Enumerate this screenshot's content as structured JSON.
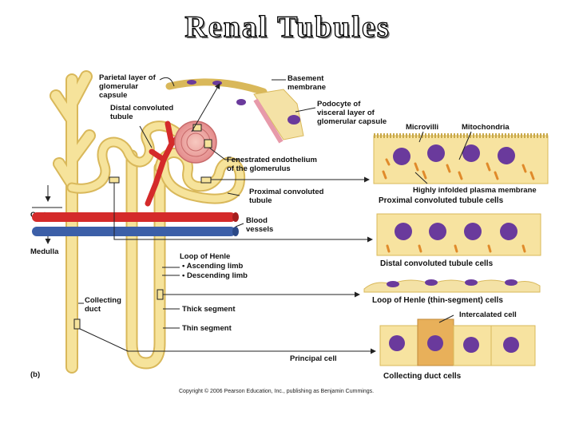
{
  "title": "Renal Tubules",
  "panel_label": "(b)",
  "copyright": "Copyright © 2006 Pearson Education, Inc., publishing as Benjamin Cummings.",
  "regions": {
    "cortex": "Cortex",
    "medulla": "Medulla"
  },
  "labels": {
    "parietal_1": "Parietal layer of",
    "parietal_2": "glomerular",
    "parietal_3": "capsule",
    "basement_1": "Basement",
    "basement_2": "membrane",
    "podocyte_1": "Podocyte of",
    "podocyte_2": "visceral layer of",
    "podocyte_3": "glomerular capsule",
    "distal_1": "Distal convoluted",
    "distal_2": "tubule",
    "fenestrated_1": "Fenestrated endothelium",
    "fenestrated_2": "of the glomerulus",
    "proximal_1": "Proximal convoluted",
    "proximal_2": "tubule",
    "blood_1": "Blood",
    "blood_2": "vessels",
    "loop_title": "Loop of Henle",
    "ascending": "• Ascending limb",
    "descending": "• Descending limb",
    "collecting_1": "Collecting",
    "collecting_2": "duct",
    "thick": "Thick segment",
    "thin": "Thin segment",
    "principal": "Principal cell",
    "microvilli": "Microvilli",
    "mitochondria": "Mitochondria",
    "infolded": "Highly infolded plasma membrane",
    "intercalated": "Intercalated cell"
  },
  "captions": {
    "proximal_cells": "Proximal convoluted tubule cells",
    "distal_cells": "Distal convoluted tubule cells",
    "loop_cells": "Loop of Henle (thin-segment) cells",
    "collecting_cells": "Collecting duct cells"
  },
  "colors": {
    "tubule": "#f6e39b",
    "tubule_edge": "#d9b85a",
    "artery": "#d42a2a",
    "vein": "#3c5fa8",
    "nucleus": "#6a3a9c",
    "mitochondria": "#e08a2a",
    "glomerulus": "#e8a0a0"
  }
}
